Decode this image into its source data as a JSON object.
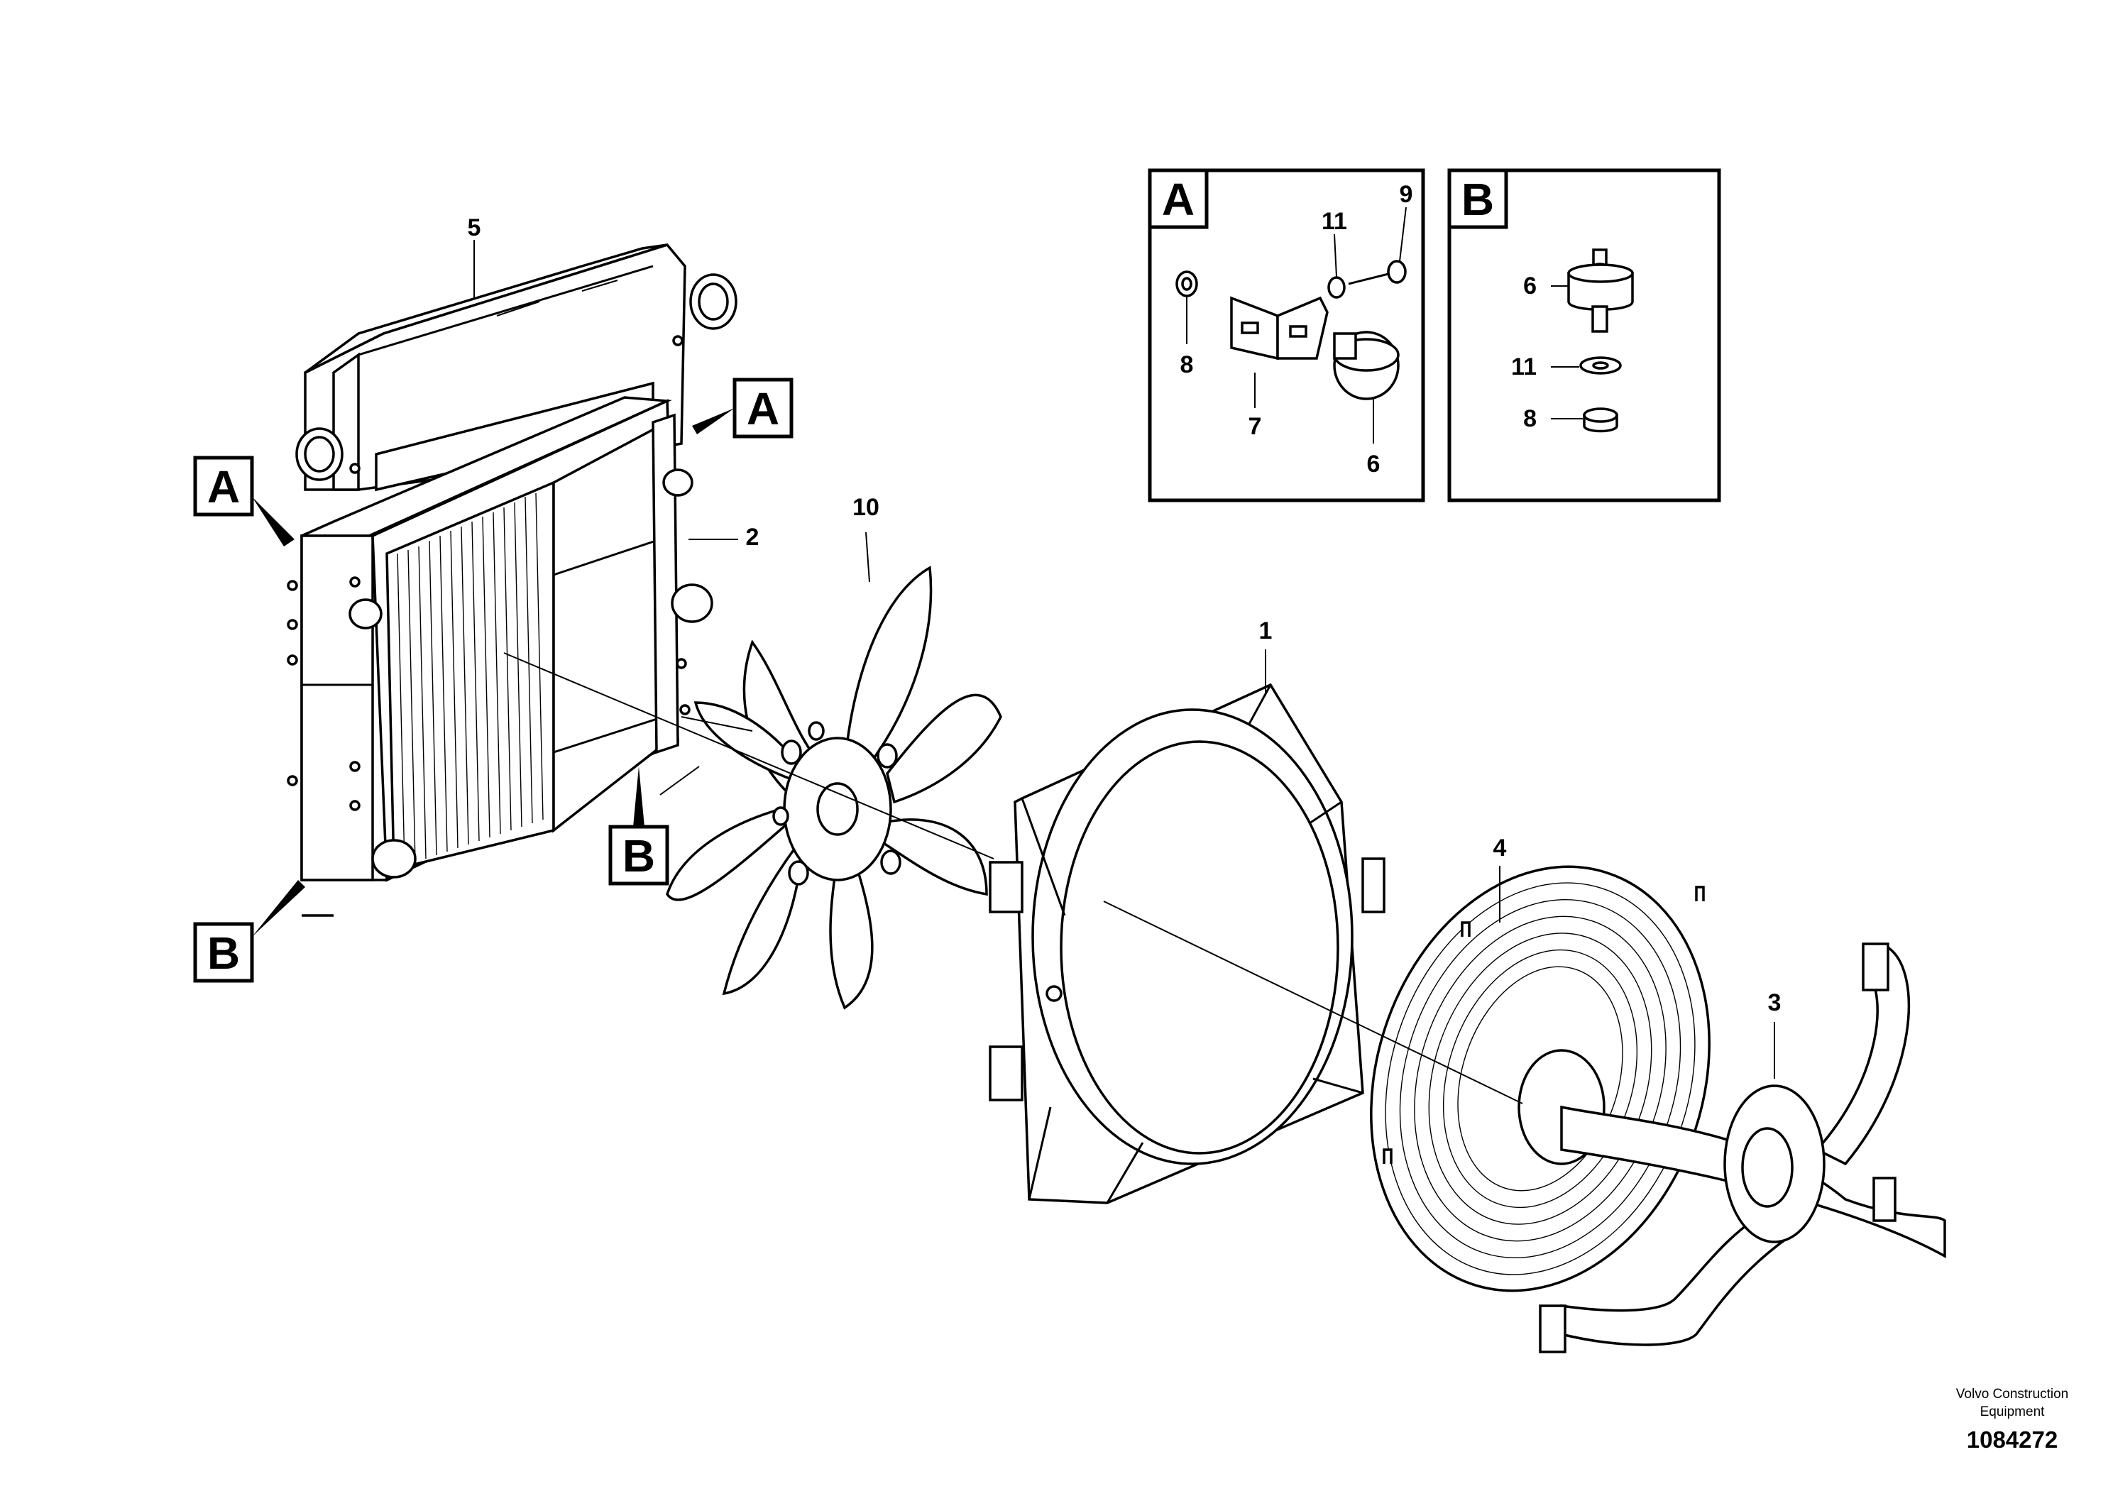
{
  "callouts": {
    "c1": "1",
    "c2": "2",
    "c3": "3",
    "c4": "4",
    "c5": "5",
    "c10": "10"
  },
  "section_markers": {
    "a_left": "A",
    "a_right": "A",
    "b_left": "B",
    "b_mid": "B"
  },
  "detail_a": {
    "title": "A",
    "c6": "6",
    "c7": "7",
    "c8": "8",
    "c9": "9",
    "c11": "11"
  },
  "detail_b": {
    "title": "B",
    "c6": "6",
    "c8": "8",
    "c11": "11"
  },
  "footer": {
    "brand_line1": "Volvo Construction",
    "brand_line2": "Equipment",
    "drawing_number": "1084272"
  }
}
